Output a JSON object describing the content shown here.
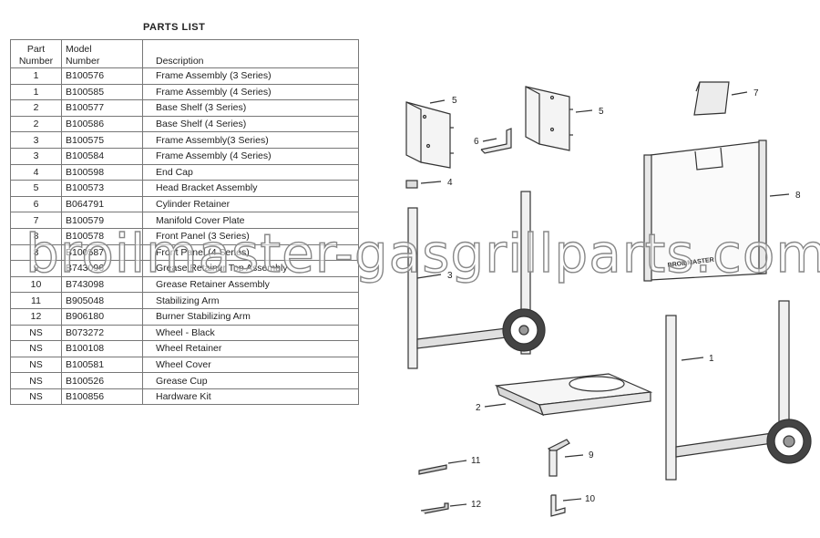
{
  "title": "PARTS  LIST",
  "headers": {
    "part": [
      "Part",
      "Number"
    ],
    "model": [
      "Model",
      "Number"
    ],
    "description": "Description"
  },
  "rows": [
    {
      "part": "1",
      "model": "B100576",
      "desc": "Frame Assembly (3 Series)"
    },
    {
      "part": "1",
      "model": "B100585",
      "desc": "Frame Assembly (4 Series)"
    },
    {
      "part": "2",
      "model": "B100577",
      "desc": "Base Shelf (3 Series)"
    },
    {
      "part": "2",
      "model": "B100586",
      "desc": "Base Shelf (4 Series)"
    },
    {
      "part": "3",
      "model": "B100575",
      "desc": "Frame Assembly(3 Series)"
    },
    {
      "part": "3",
      "model": "B100584",
      "desc": "Frame Assembly (4 Series)"
    },
    {
      "part": "4",
      "model": "B100598",
      "desc": "End Cap"
    },
    {
      "part": "5",
      "model": "B100573",
      "desc": "Head Bracket Assembly"
    },
    {
      "part": "6",
      "model": "B064791",
      "desc": "Cylinder Retainer"
    },
    {
      "part": "7",
      "model": "B100579",
      "desc": "Manifold Cover Plate"
    },
    {
      "part": "8",
      "model": "B100578",
      "desc": "Front Panel (3 Series)"
    },
    {
      "part": "8",
      "model": "B100587",
      "desc": "Front Panel (4 Series)"
    },
    {
      "part": "9",
      "model": "B743096",
      "desc": "Grease Retainer Top Assembly"
    },
    {
      "part": "10",
      "model": "B743098",
      "desc": "Grease Retainer Assembly"
    },
    {
      "part": "11",
      "model": "B905048",
      "desc": "Stabilizing Arm"
    },
    {
      "part": "12",
      "model": "B906180",
      "desc": "Burner Stabilizing Arm"
    },
    {
      "part": "NS",
      "model": "B073272",
      "desc": "Wheel - Black"
    },
    {
      "part": "NS",
      "model": "B100108",
      "desc": "Wheel Retainer"
    },
    {
      "part": "NS",
      "model": "B100581",
      "desc": "Wheel Cover"
    },
    {
      "part": "NS",
      "model": "B100526",
      "desc": "Grease Cup"
    },
    {
      "part": "NS",
      "model": "B100856",
      "desc": "Hardware Kit"
    }
  ],
  "callouts": {
    "c5a": "5",
    "c5b": "5",
    "c6": "6",
    "c7": "7",
    "c4": "4",
    "c8": "8",
    "c3": "3",
    "c1": "1",
    "c2": "2",
    "c11": "11",
    "c9": "9",
    "c12": "12",
    "c10": "10"
  },
  "panel_brand": "BROILMASTER",
  "watermark": "broilmaster-gasgrillparts.com"
}
